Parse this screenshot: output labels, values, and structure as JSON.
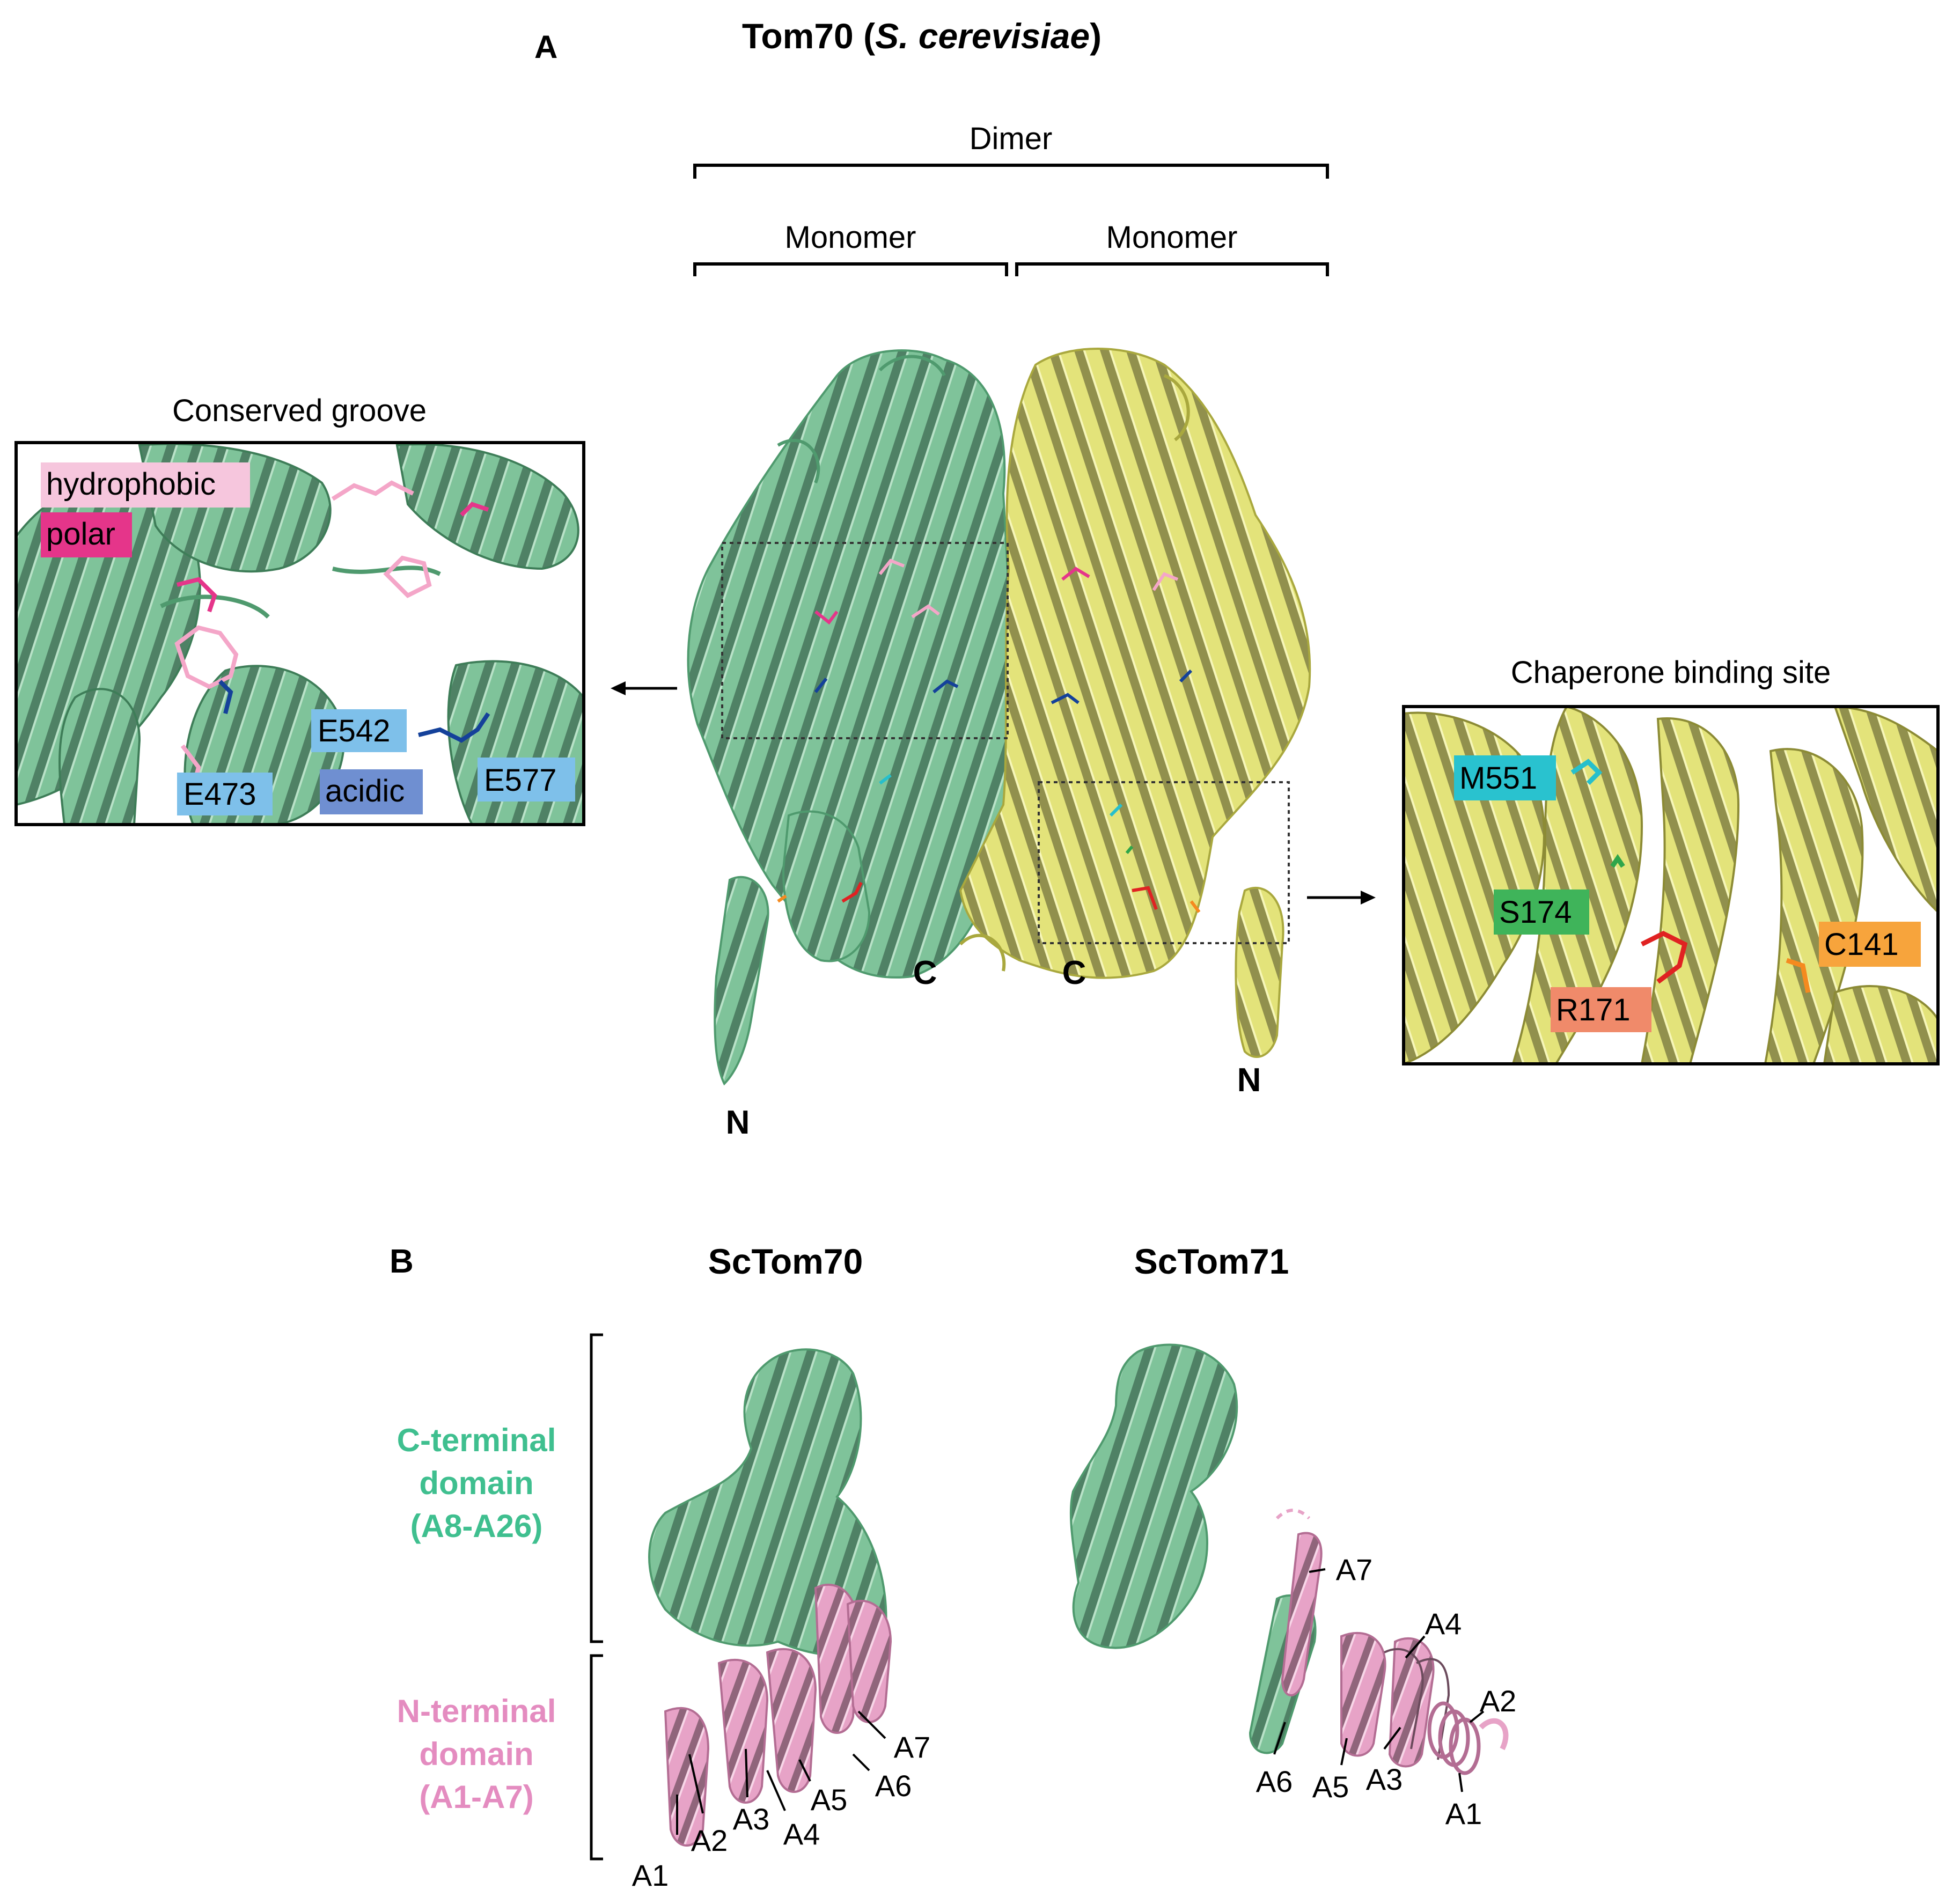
{
  "panel_a": {
    "letter": "A",
    "title_main": "Tom70 (",
    "title_species": "S. cerevisiae",
    "title_close": ")",
    "dimer_label": "Dimer",
    "monomer_left_label": "Monomer",
    "monomer_right_label": "Monomer",
    "left_inset": {
      "title": "Conserved groove",
      "legend_hydrophobic": "hydrophobic",
      "legend_polar": "polar",
      "legend_acidic": "acidic",
      "residues": [
        "E542",
        "E473",
        "E577"
      ]
    },
    "right_inset": {
      "title": "Chaperone binding site",
      "residues": [
        "M551",
        "S174",
        "R171",
        "C141"
      ]
    },
    "termini": {
      "left_n": "N",
      "left_c": "C",
      "right_c": "C",
      "right_n": "N"
    }
  },
  "panel_b": {
    "letter": "B",
    "left_title": "ScTom70",
    "right_title": "ScTom71",
    "c_domain_line1": "C-terminal",
    "c_domain_line2": "domain",
    "c_domain_line3": "(A8-A26)",
    "n_domain_line1": "N-terminal",
    "n_domain_line2": "domain",
    "n_domain_line3": "(A1-A7)",
    "tom70_helices": [
      "A1",
      "A2",
      "A3",
      "A4",
      "A5",
      "A6",
      "A7"
    ],
    "tom71_helices": [
      "A7",
      "A4",
      "A2",
      "A6",
      "A5",
      "A3",
      "A1"
    ]
  },
  "colors": {
    "green": "#7fc39a",
    "green_dark": "#4f9a6e",
    "yellow": "#e3e37a",
    "yellow_dark": "#a9a83e",
    "pink": "#e7a3c7",
    "hydrophobic_bg": "#f6c6dd",
    "polar_bg": "#e5358a",
    "acidic_bg": "#6f8fd1",
    "acidic_residue_bg": "#7ec0ea",
    "cyan_bg": "#29c2cf",
    "green_bg": "#3fb45a",
    "salmon_bg": "#f08a6a",
    "orange_bg": "#f7a43c",
    "c_domain_text": "#3fbf8f",
    "n_domain_text": "#e48cc0"
  }
}
